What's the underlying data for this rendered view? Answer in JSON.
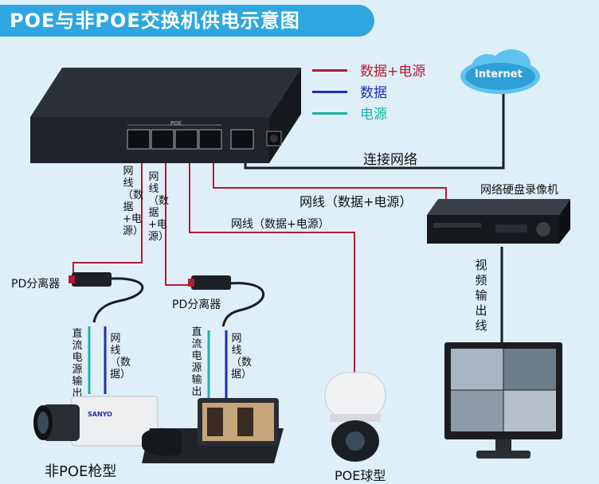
{
  "title": "POE与非POE交换机供电示意图",
  "legend": [
    {
      "label": "数据+电源",
      "color": "#b31b34"
    },
    {
      "label": "数据",
      "color": "#1f2fb5"
    },
    {
      "label": "电源",
      "color": "#19b3a6"
    }
  ],
  "internet_label": "Internet",
  "switch": {
    "poe_label": "POE"
  },
  "labels": {
    "connect_network": "连接网络",
    "nvr": "网络硬盘录像机",
    "cable_nvr": "网线（数据+电源）",
    "cable_dome": "网线（数据+电源）",
    "cable_left1": "网线（数据+电源）",
    "cable_left2": "网线（数据+电源）",
    "pd1": "PD分离器",
    "pd2": "PD分离器",
    "dc_out1": "直流电源输出",
    "data1": "网线（数据）",
    "dc_out2": "直流电源输出",
    "data2": "网线（数据）",
    "video_out": "视频输出线",
    "camera_label": "非POE枪型",
    "dome_label": "POE球型",
    "camera_brand": "SANYO"
  },
  "colors": {
    "red": "#b31b34",
    "blue": "#1f2fb5",
    "teal": "#19b3a6",
    "dark": "#1a1d22"
  }
}
